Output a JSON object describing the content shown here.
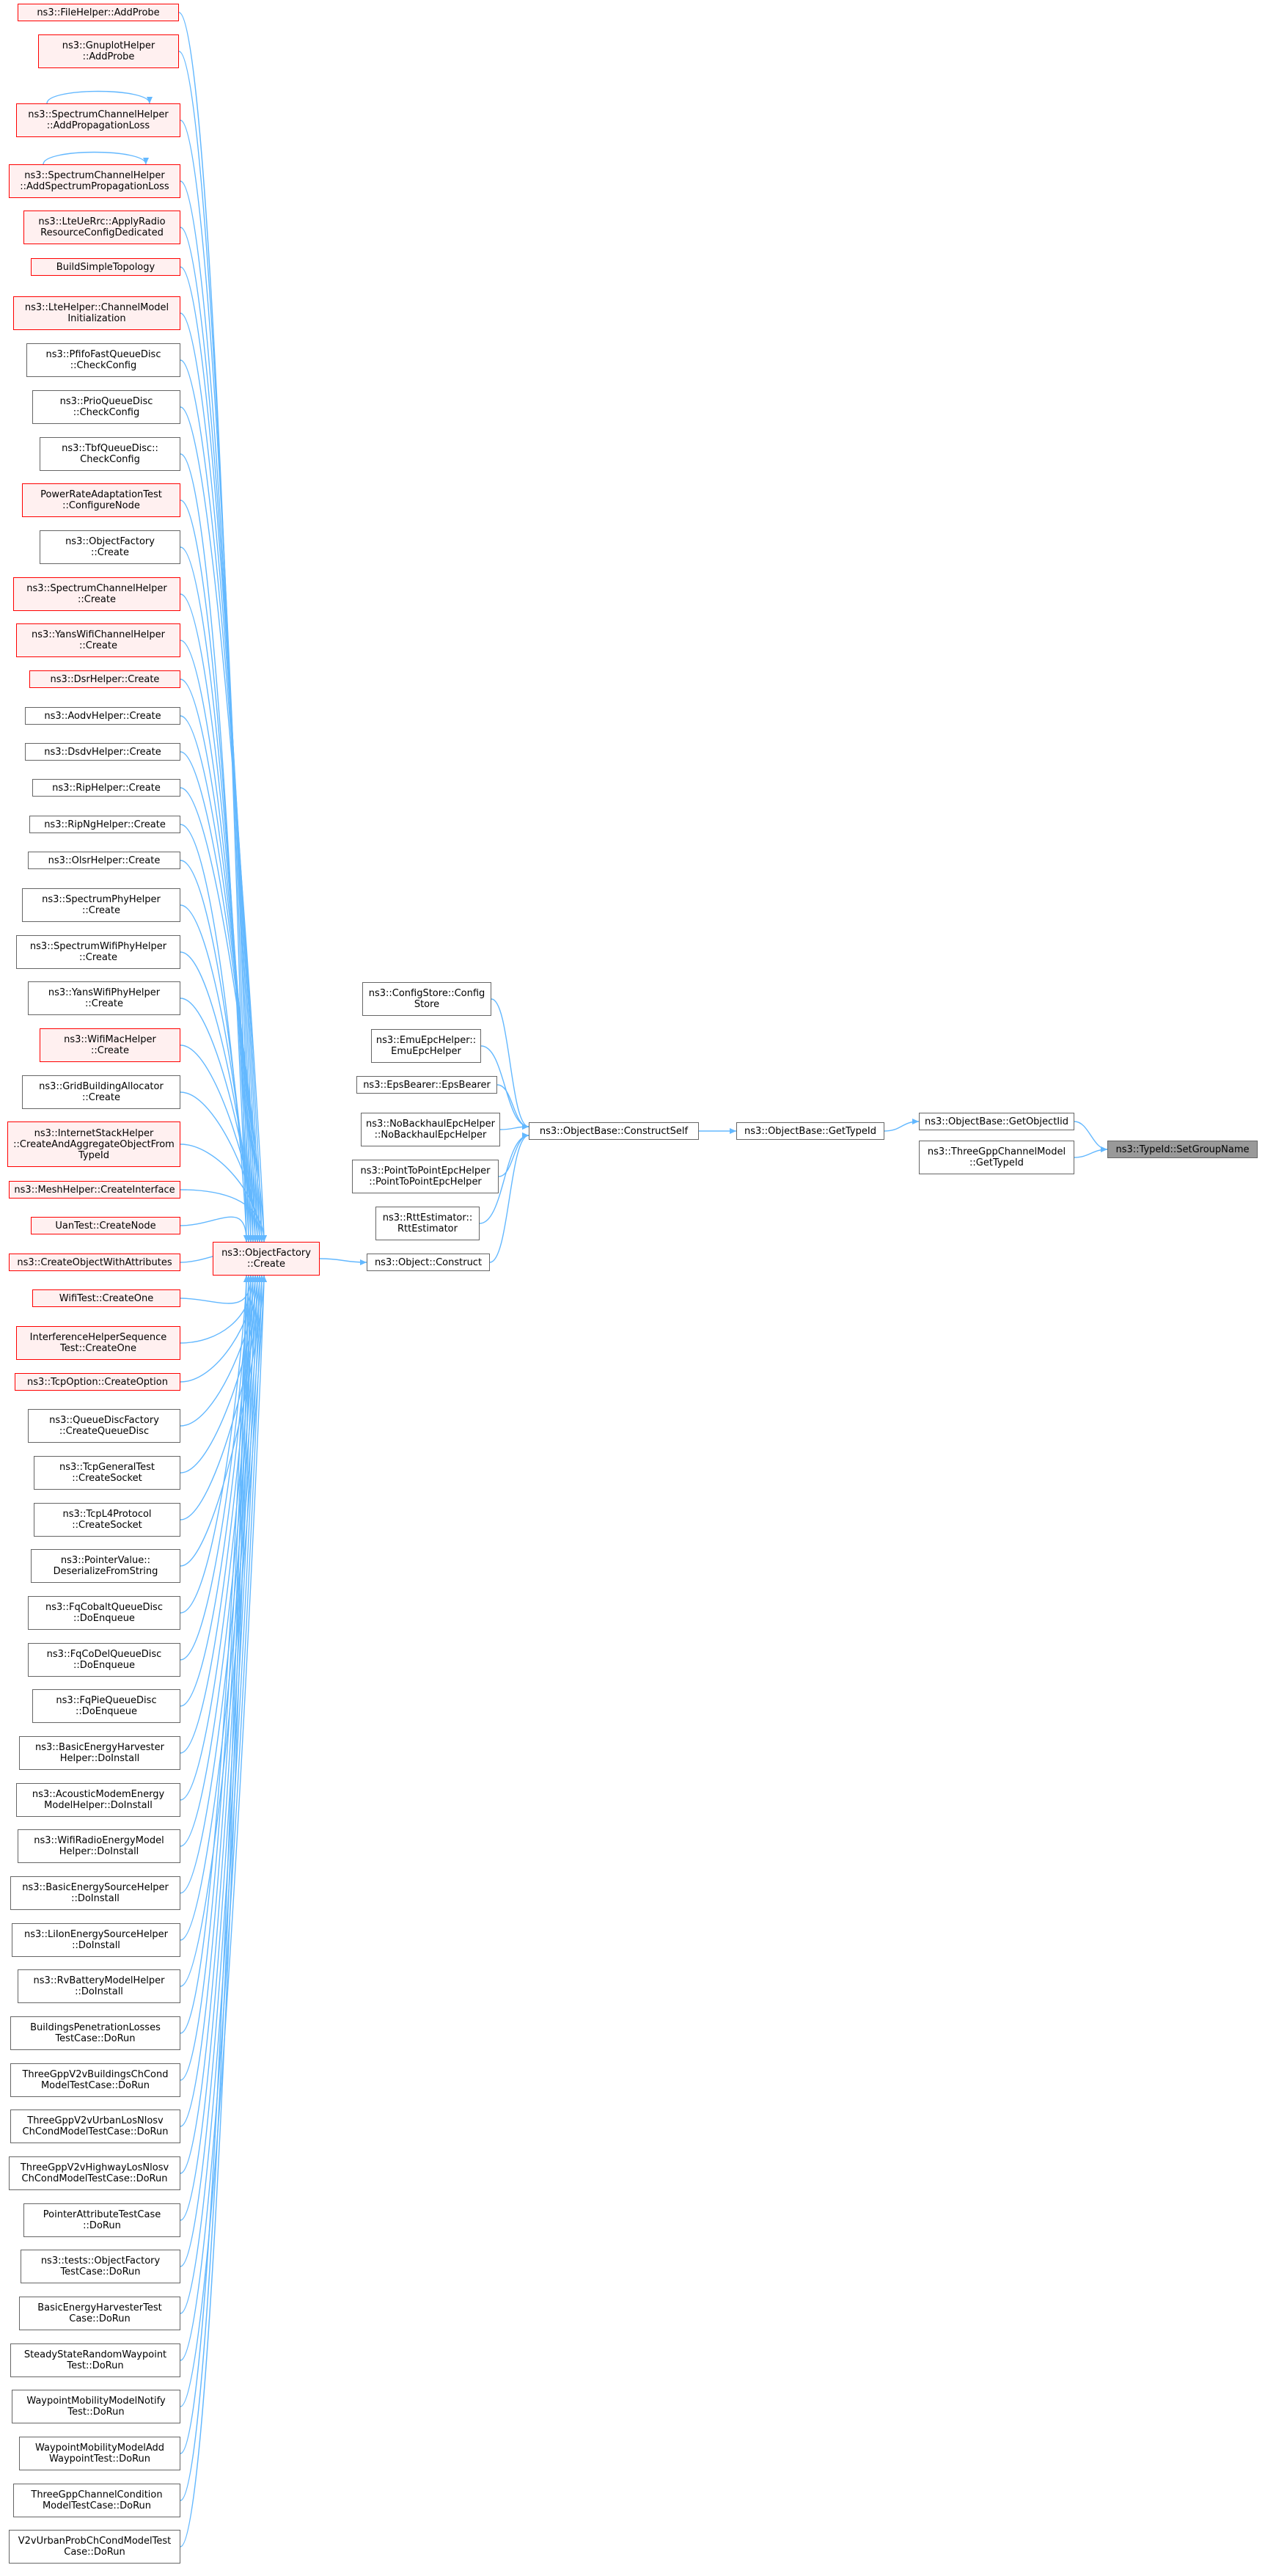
{
  "diagram": {
    "colors": {
      "edge": "#63b8ff",
      "node_border": "#666666",
      "highlight_border": "#ff0000",
      "highlight_fill": "#fff0f0",
      "root_fill": "#999999"
    },
    "nodes": {
      "n0": {
        "label": "ns3::FileHelper::AddProbe",
        "style": "red"
      },
      "n1": {
        "label": "ns3::GnuplotHelper\n::AddProbe",
        "style": "red"
      },
      "n2": {
        "label": "ns3::SpectrumChannelHelper\n::AddPropagationLoss",
        "style": "red"
      },
      "n3": {
        "label": "ns3::SpectrumChannelHelper\n::AddSpectrumPropagationLoss",
        "style": "red"
      },
      "n4": {
        "label": "ns3::LteUeRrc::ApplyRadio\nResourceConfigDedicated",
        "style": "red"
      },
      "n5": {
        "label": "BuildSimpleTopology",
        "style": "red"
      },
      "n6": {
        "label": "ns3::LteHelper::ChannelModel\nInitialization",
        "style": "red"
      },
      "n7": {
        "label": "ns3::PfifoFastQueueDisc\n::CheckConfig",
        "style": "normal"
      },
      "n8": {
        "label": "ns3::PrioQueueDisc\n::CheckConfig",
        "style": "normal"
      },
      "n9": {
        "label": "ns3::TbfQueueDisc::\nCheckConfig",
        "style": "normal"
      },
      "n10": {
        "label": "PowerRateAdaptationTest\n::ConfigureNode",
        "style": "red"
      },
      "n11": {
        "label": "ns3::ObjectFactory\n::Create",
        "style": "normal"
      },
      "n12": {
        "label": "ns3::SpectrumChannelHelper\n::Create",
        "style": "red"
      },
      "n13": {
        "label": "ns3::YansWifiChannelHelper\n::Create",
        "style": "red"
      },
      "n14": {
        "label": "ns3::DsrHelper::Create",
        "style": "red"
      },
      "n15": {
        "label": "ns3::AodvHelper::Create",
        "style": "normal"
      },
      "n16": {
        "label": "ns3::DsdvHelper::Create",
        "style": "normal"
      },
      "n17": {
        "label": "ns3::RipHelper::Create",
        "style": "normal"
      },
      "n18": {
        "label": "ns3::RipNgHelper::Create",
        "style": "normal"
      },
      "n19": {
        "label": "ns3::OlsrHelper::Create",
        "style": "normal"
      },
      "n20": {
        "label": "ns3::SpectrumPhyHelper\n::Create",
        "style": "normal"
      },
      "n21": {
        "label": "ns3::SpectrumWifiPhyHelper\n::Create",
        "style": "normal"
      },
      "n22": {
        "label": "ns3::YansWifiPhyHelper\n::Create",
        "style": "normal"
      },
      "n23": {
        "label": "ns3::WifiMacHelper\n::Create",
        "style": "red"
      },
      "n24": {
        "label": "ns3::GridBuildingAllocator\n::Create",
        "style": "normal"
      },
      "n25": {
        "label": "ns3::InternetStackHelper\n::CreateAndAggregateObjectFrom\nTypeId",
        "style": "red"
      },
      "n26": {
        "label": "ns3::MeshHelper::CreateInterface",
        "style": "red"
      },
      "n27": {
        "label": "UanTest::CreateNode",
        "style": "red"
      },
      "n28": {
        "label": "ns3::CreateObjectWithAttributes",
        "style": "red"
      },
      "n29": {
        "label": "WifiTest::CreateOne",
        "style": "red"
      },
      "n30": {
        "label": "InterferenceHelperSequence\nTest::CreateOne",
        "style": "red"
      },
      "n31": {
        "label": "ns3::TcpOption::CreateOption",
        "style": "red"
      },
      "n32": {
        "label": "ns3::QueueDiscFactory\n::CreateQueueDisc",
        "style": "normal"
      },
      "n33": {
        "label": "ns3::TcpGeneralTest\n::CreateSocket",
        "style": "normal"
      },
      "n34": {
        "label": "ns3::TcpL4Protocol\n::CreateSocket",
        "style": "normal"
      },
      "n35": {
        "label": "ns3::PointerValue::\nDeserializeFromString",
        "style": "normal"
      },
      "n36": {
        "label": "ns3::FqCobaltQueueDisc\n::DoEnqueue",
        "style": "normal"
      },
      "n37": {
        "label": "ns3::FqCoDelQueueDisc\n::DoEnqueue",
        "style": "normal"
      },
      "n38": {
        "label": "ns3::FqPieQueueDisc\n::DoEnqueue",
        "style": "normal"
      },
      "n39": {
        "label": "ns3::BasicEnergyHarvester\nHelper::DoInstall",
        "style": "normal"
      },
      "n40": {
        "label": "ns3::AcousticModemEnergy\nModelHelper::DoInstall",
        "style": "normal"
      },
      "n41": {
        "label": "ns3::WifiRadioEnergyModel\nHelper::DoInstall",
        "style": "normal"
      },
      "n42": {
        "label": "ns3::BasicEnergySourceHelper\n::DoInstall",
        "style": "normal"
      },
      "n43": {
        "label": "ns3::LiIonEnergySourceHelper\n::DoInstall",
        "style": "normal"
      },
      "n44": {
        "label": "ns3::RvBatteryModelHelper\n::DoInstall",
        "style": "normal"
      },
      "n45": {
        "label": "BuildingsPenetrationLosses\nTestCase::DoRun",
        "style": "normal"
      },
      "n46": {
        "label": "ThreeGppV2vBuildingsChCond\nModelTestCase::DoRun",
        "style": "normal"
      },
      "n47": {
        "label": "ThreeGppV2vUrbanLosNlosv\nChCondModelTestCase::DoRun",
        "style": "normal"
      },
      "n48": {
        "label": "ThreeGppV2vHighwayLosNlosv\nChCondModelTestCase::DoRun",
        "style": "normal"
      },
      "n49": {
        "label": "PointerAttributeTestCase\n::DoRun",
        "style": "normal"
      },
      "n50": {
        "label": "ns3::tests::ObjectFactory\nTestCase::DoRun",
        "style": "normal"
      },
      "n51": {
        "label": "BasicEnergyHarvesterTest\nCase::DoRun",
        "style": "normal"
      },
      "n52": {
        "label": "SteadyStateRandomWaypoint\nTest::DoRun",
        "style": "normal"
      },
      "n53": {
        "label": "WaypointMobilityModelNotify\nTest::DoRun",
        "style": "normal"
      },
      "n54": {
        "label": "WaypointMobilityModelAdd\nWaypointTest::DoRun",
        "style": "normal"
      },
      "n55": {
        "label": "ThreeGppChannelCondition\nModelTestCase::DoRun",
        "style": "normal"
      },
      "n56": {
        "label": "V2vUrbanProbChCondModelTest\nCase::DoRun",
        "style": "normal"
      },
      "f": {
        "label": "ns3::ObjectFactory\n::Create",
        "style": "red"
      },
      "m1": {
        "label": "ns3::ConfigStore::Config\nStore",
        "style": "normal"
      },
      "m2": {
        "label": "ns3::EmuEpcHelper::\nEmuEpcHelper",
        "style": "normal"
      },
      "m3": {
        "label": "ns3::EpsBearer::EpsBearer",
        "style": "normal"
      },
      "m4": {
        "label": "ns3::NoBackhaulEpcHelper\n::NoBackhaulEpcHelper",
        "style": "normal"
      },
      "m5": {
        "label": "ns3::PointToPointEpcHelper\n::PointToPointEpcHelper",
        "style": "normal"
      },
      "m6": {
        "label": "ns3::RttEstimator::\nRttEstimator",
        "style": "normal"
      },
      "oc": {
        "label": "ns3::Object::Construct",
        "style": "normal"
      },
      "cs": {
        "label": "ns3::ObjectBase::ConstructSelf",
        "style": "normal"
      },
      "gt": {
        "label": "ns3::ObjectBase::GetTypeId",
        "style": "normal"
      },
      "goi": {
        "label": "ns3::ObjectBase::GetObjectIid",
        "style": "normal"
      },
      "tgc": {
        "label": "ns3::ThreeGppChannelModel\n::GetTypeId",
        "style": "normal"
      },
      "root": {
        "label": "ns3::TypeId::SetGroupName",
        "style": "root"
      }
    },
    "edges": [
      [
        "n0",
        "f"
      ],
      [
        "n1",
        "f"
      ],
      [
        "n2",
        "f"
      ],
      [
        "n3",
        "f"
      ],
      [
        "n4",
        "f"
      ],
      [
        "n5",
        "f"
      ],
      [
        "n6",
        "f"
      ],
      [
        "n7",
        "f"
      ],
      [
        "n8",
        "f"
      ],
      [
        "n9",
        "f"
      ],
      [
        "n10",
        "f"
      ],
      [
        "n11",
        "f"
      ],
      [
        "n12",
        "f"
      ],
      [
        "n13",
        "f"
      ],
      [
        "n14",
        "f"
      ],
      [
        "n15",
        "f"
      ],
      [
        "n16",
        "f"
      ],
      [
        "n17",
        "f"
      ],
      [
        "n18",
        "f"
      ],
      [
        "n19",
        "f"
      ],
      [
        "n20",
        "f"
      ],
      [
        "n21",
        "f"
      ],
      [
        "n22",
        "f"
      ],
      [
        "n23",
        "f"
      ],
      [
        "n24",
        "f"
      ],
      [
        "n25",
        "f"
      ],
      [
        "n26",
        "f"
      ],
      [
        "n27",
        "f"
      ],
      [
        "n28",
        "f"
      ],
      [
        "n29",
        "f"
      ],
      [
        "n30",
        "f"
      ],
      [
        "n31",
        "f"
      ],
      [
        "n32",
        "f"
      ],
      [
        "n33",
        "f"
      ],
      [
        "n34",
        "f"
      ],
      [
        "n35",
        "f"
      ],
      [
        "n36",
        "f"
      ],
      [
        "n37",
        "f"
      ],
      [
        "n38",
        "f"
      ],
      [
        "n39",
        "f"
      ],
      [
        "n40",
        "f"
      ],
      [
        "n41",
        "f"
      ],
      [
        "n42",
        "f"
      ],
      [
        "n43",
        "f"
      ],
      [
        "n44",
        "f"
      ],
      [
        "n45",
        "f"
      ],
      [
        "n46",
        "f"
      ],
      [
        "n47",
        "f"
      ],
      [
        "n48",
        "f"
      ],
      [
        "n49",
        "f"
      ],
      [
        "n50",
        "f"
      ],
      [
        "n51",
        "f"
      ],
      [
        "n52",
        "f"
      ],
      [
        "n53",
        "f"
      ],
      [
        "n54",
        "f"
      ],
      [
        "n55",
        "f"
      ],
      [
        "n56",
        "f"
      ],
      [
        "n2",
        "n2"
      ],
      [
        "n3",
        "n3"
      ],
      [
        "f",
        "oc"
      ],
      [
        "oc",
        "cs"
      ],
      [
        "m1",
        "cs"
      ],
      [
        "m2",
        "cs"
      ],
      [
        "m3",
        "cs"
      ],
      [
        "m4",
        "cs"
      ],
      [
        "m5",
        "cs"
      ],
      [
        "m6",
        "cs"
      ],
      [
        "cs",
        "gt"
      ],
      [
        "gt",
        "goi"
      ],
      [
        "goi",
        "root"
      ],
      [
        "tgc",
        "root"
      ]
    ]
  }
}
